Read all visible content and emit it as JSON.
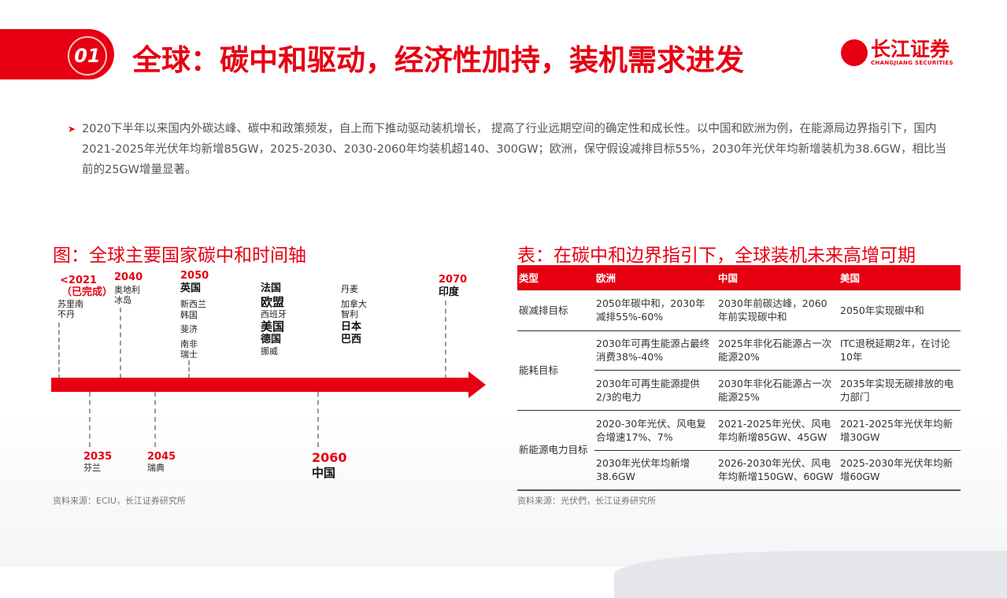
{
  "header": {
    "number": "01",
    "title": "全球：碳中和驱动，经济性加持，装机需求进发",
    "logo_cn": "长江证券",
    "logo_en": "CHANGJIANG SECURITIES"
  },
  "bullet": {
    "icon": "arrow-right-icon",
    "text": "2020下半年以来国内外碳达峰、碳中和政策频发，自上而下推动驱动装机增长， 提高了行业远期空间的确定性和成长性。以中国和欧洲为例，在能源局边界指引下，国内2021-2025年光伏年均新增85GW，2025-2030、2030-2060年均装机超140、300GW；欧洲，保守假设减排目标55%，2030年光伏年均新增装机为38.6GW，相比当前的25GW增量显著。"
  },
  "timeline": {
    "title": "图：全球主要国家碳中和时间轴",
    "source": "资料来源：ECIU，长江证券研究所",
    "y2021": "<2021",
    "y2021b": "（已完成）",
    "c2021": [
      "苏里南",
      "不丹"
    ],
    "y2040": "2040",
    "c2040": [
      "奥地利",
      "冰岛"
    ],
    "y2050": "2050",
    "c2050a": "英国",
    "c2050": [
      "新西兰",
      "韩国",
      "斐济",
      "南非",
      "瑞士"
    ],
    "c2050x": [
      "法国",
      "欧盟",
      "西班牙",
      "美国",
      "德国",
      "挪威"
    ],
    "c2050y": [
      "丹麦",
      "加拿大",
      "智利",
      "日本",
      "巴西"
    ],
    "y2070": "2070",
    "c2070": "印度",
    "y2035": "2035",
    "c2035": "芬兰",
    "y2045": "2045",
    "c2045": "瑞典",
    "y2060": "2060",
    "c2060": "中国"
  },
  "table": {
    "title": "表：在碳中和边界指引下，全球装机未来高增可期",
    "source": "资料来源：光伏們，长江证券研究所",
    "headers": [
      "类型",
      "欧洲",
      "中国",
      "美国"
    ],
    "rows": [
      {
        "type": "碳减排目标",
        "eu": "2050年碳中和，2030年减排55%-60%",
        "cn": "2030年前碳达峰，2060年前实现碳中和",
        "us": "2050年实现碳中和"
      },
      {
        "type": "能耗目标",
        "eu": "2030年可再生能源占最终消费38%-40%",
        "cn": "2025年非化石能源占一次能源20%",
        "us": "ITC退税延期2年，在讨论10年"
      },
      {
        "eu": "2030年可再生能源提供2/3的电力",
        "cn": "2030年非化石能源占一次能源25%",
        "us": "2035年实现无碳排放的电力部门"
      },
      {
        "type": "新能源电力目标",
        "eu": "2020-30年光伏、风电复合增速17%、7%",
        "cn": "2021-2025年光伏、风电年均新增85GW、45GW",
        "us": "2021-2025年光伏年均新增30GW"
      },
      {
        "eu": "2030年光伏年均新增38.6GW",
        "cn": "2026-2030年光伏、风电年均新增150GW、60GW",
        "us": "2025-2030年光伏年均新增60GW"
      }
    ]
  },
  "colors": {
    "accent": "#e60012"
  }
}
